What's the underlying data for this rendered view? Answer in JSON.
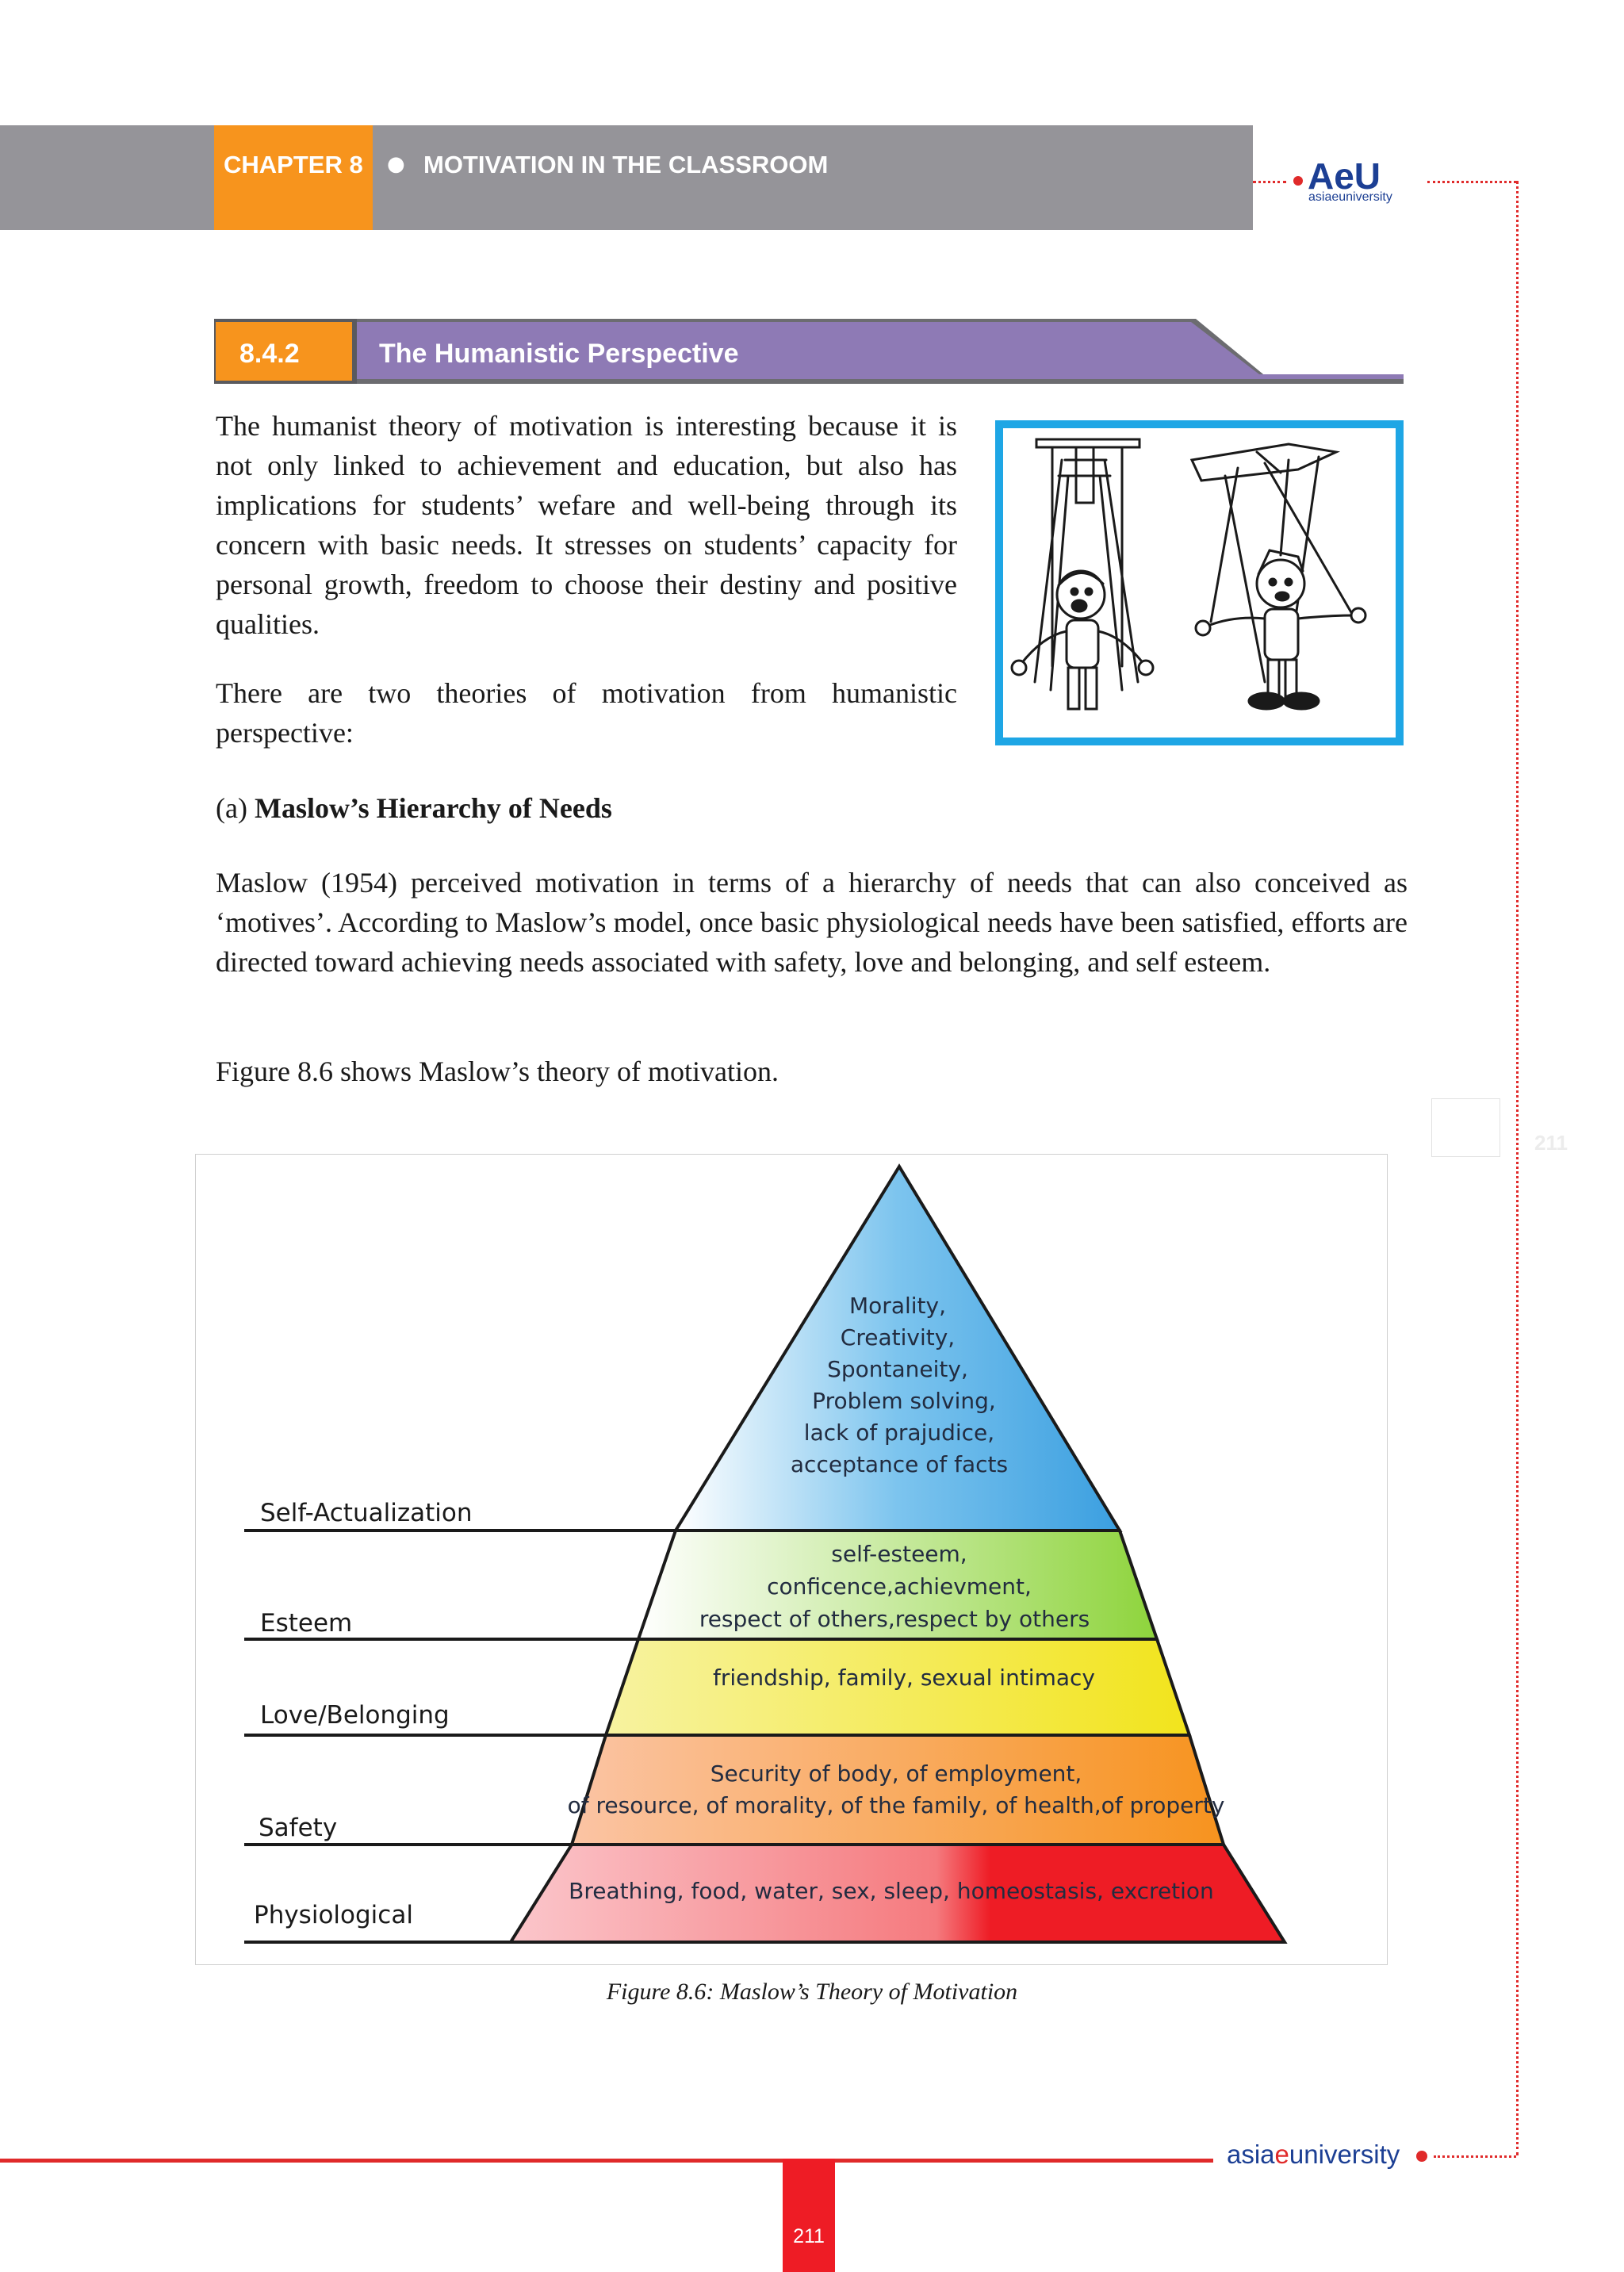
{
  "header": {
    "chapter": "CHAPTER 8",
    "separator": "●",
    "title": "MOTIVATION IN THE CLASSROOM"
  },
  "logo": {
    "mark": "AeU",
    "subtitle": "asiaeuniversity"
  },
  "section": {
    "number": "8.4.2",
    "title": "The Humanistic Perspective"
  },
  "paragraphs": {
    "p1": "The humanist theory of motivation is interesting because it is not only linked to achievement and education, but also has implications for students’ wefare and well-being through its concern with basic needs. It stresses on students’ capacity for personal growth, freedom to choose their destiny and positive qualities.",
    "p2": "There are two theories of motivation from humanistic perspective:",
    "subheading_prefix": "(a) ",
    "subheading_bold": "Maslow’s Hierarchy of Needs",
    "p3": "Maslow (1954) perceived motivation in terms of a hierarchy of needs that can also conceived as ‘motives’. According to Maslow’s model, once basic physiological needs have been satisfied, efforts are directed toward achieving needs associated with safety, love and belonging, and self esteem.",
    "p4": "Figure 8.6 shows Maslow’s theory of motivation."
  },
  "pyramid": {
    "levels": {
      "self_actualization": {
        "label": "Self-Actualization",
        "lines": [
          "Morality,",
          "Creativity,",
          "Spontaneity,",
          "Problem solving,",
          "lack of prajudice,",
          "acceptance of facts"
        ]
      },
      "esteem": {
        "label": "Esteem",
        "lines": [
          "self-esteem,",
          "conficence,achievment,",
          "respect of others,respect by others"
        ]
      },
      "love": {
        "label": "Love/Belonging",
        "lines": [
          "friendship, family, sexual intimacy"
        ]
      },
      "safety": {
        "label": "Safety",
        "lines": [
          "Security of body, of employment,",
          "of resource, of morality, of the family, of health,of property"
        ]
      },
      "physiological": {
        "label": "Physiological",
        "lines": [
          "Breathing, food, water, sex, sleep, homeostasis, excretion"
        ]
      }
    },
    "colors": {
      "top": "#3b9fe0",
      "esteem": "#8ed43c",
      "love": "#f2e41c",
      "safety": "#f7931e",
      "physiological": "#ee1c25"
    }
  },
  "caption": "Figure 8.6: Maslow’s Theory of Motivation",
  "side_page_number": "211",
  "footer": {
    "brand_prefix": "asia",
    "brand_e": "e",
    "brand_suffix": "university",
    "page_number": "211"
  },
  "colors": {
    "header_gray": "#959499",
    "chapter_orange": "#f7941d",
    "section_purple": "#8e7ab5",
    "accent_red": "#e02a2a",
    "frame_blue": "#1ea6e5",
    "brand_blue": "#1c3f94"
  }
}
